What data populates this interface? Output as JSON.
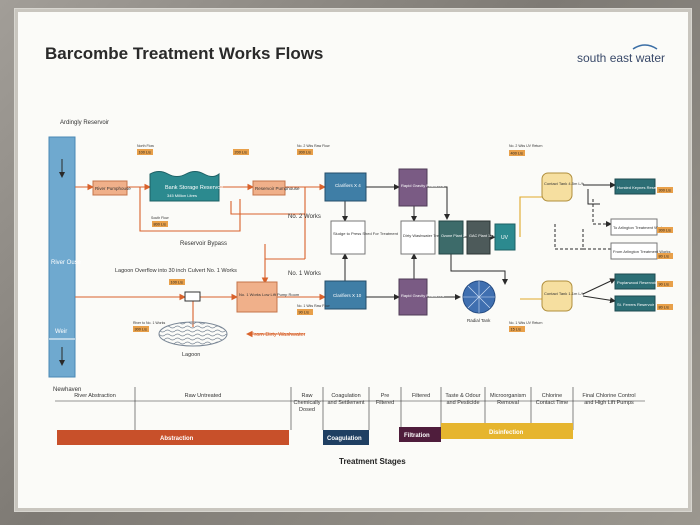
{
  "title": "Barcombe Treatment Works Flows",
  "brand": "south east water",
  "colors": {
    "river": "#6fa9cf",
    "process_box": "#3f7ea6",
    "pump_box": "#f0b08a",
    "filter_box": "#7a5b84",
    "storage_box": "#2c8a8f",
    "arrow_raw": "#d9622b",
    "arrow_water": "#2a2a2a",
    "arrow_treated": "#e0a82a",
    "stage_abstraction": "#c8502a",
    "stage_coagulation": "#1f3f62",
    "stage_filtration": "#4f1d3c",
    "stage_disinfection": "#e6b52e"
  },
  "river": {
    "top_label": "Ardingly Reservoir",
    "name": "River Ouse",
    "weir": "Weir",
    "bottom_label": "Newhaven"
  },
  "nodes": {
    "river_pumphouse": "River Pumphouse",
    "bank_storage": "Bank Storage Reservoir",
    "bank_storage_sub": "345 Million Litres",
    "reservoir_pumphouse": "Reservoir Pumphouse",
    "reservoir_bypass": "Reservoir Bypass",
    "no2_works": "No. 2 Works",
    "no1_works": "No. 1 Works",
    "clarifiers_top": "Clarifiers X 4",
    "clarifiers_bottom": "Clarifiers X 10",
    "rapid_filters_top": "Rapid Gravity Filters X 6",
    "rapid_filters_bottom": "Rapid Gravity Filters X 5",
    "sludge": "Sludge to Press Shed For Treatment",
    "dirty_washwater": "Dirty Washwater Treatment",
    "ozone": "Ozone Plant 2 Tanks",
    "gac": "GAC Plant 12 Contactors",
    "uv": "UV",
    "contact_tank_top": "Contact Tank 4.5m L/h",
    "contact_tank_bottom": "Contact Tank 1.1m L/h",
    "horsted_keynes": "Horsted Keynes Reservoir",
    "arlington_to": "To Arlington Treatment Works",
    "arlington_from": "From Arlington Treatment Works",
    "poplar": "Poplarwood Reservoir",
    "st_ferrers": "St. Ferrers Reservoir",
    "lagoon_overflow": "Lagoon Overflow into 30 inch Culvert No. 1 Works",
    "low_lift": "No. 1 Works Low Lift Pump Room",
    "lagoon": "Lagoon",
    "from_dirty": "From Dirty Washwater",
    "radial_tank": "Radial Tank"
  },
  "small_labels": {
    "north_flow": "North Flow",
    "south_flow": "South Flow",
    "no2_works_raw_flow": "No. 2 Wks Raw Flow",
    "no1_works_raw_flow": "No. 1 Wks Raw Flow",
    "river_to_no1": "River to No. 1 Works",
    "no2_uv_return": "No. 2 Wks UV Return",
    "no1_uv_return": "No. 1 Wks UV Return"
  },
  "flow_values": [
    "100 L/s",
    "200 L/s",
    "300 L/s",
    "400 L/s",
    "800 L/s",
    "100 L/s",
    "90 L/s",
    "300 L/s",
    "15 L/s",
    "300 L/s",
    "300 L/s",
    "80 L/s",
    "90 L/s",
    "80 L/s"
  ],
  "stages": {
    "caption": "Treatment Stages",
    "columns": [
      "River Abstraction",
      "Raw Untreated",
      "Raw Chemically Dosed",
      "Coagulation and Settlement",
      "Pre Filtered",
      "Filtered",
      "Taste & Odour and Pesticide",
      "Microorganism Removal",
      "Chlorine Contact Time",
      "Final Chlorine Control and High Lift Pumps"
    ],
    "bars": {
      "abstraction": "Abstraction",
      "coagulation": "Coagulation",
      "filtration": "Filtration",
      "disinfection": "Disinfection"
    }
  }
}
